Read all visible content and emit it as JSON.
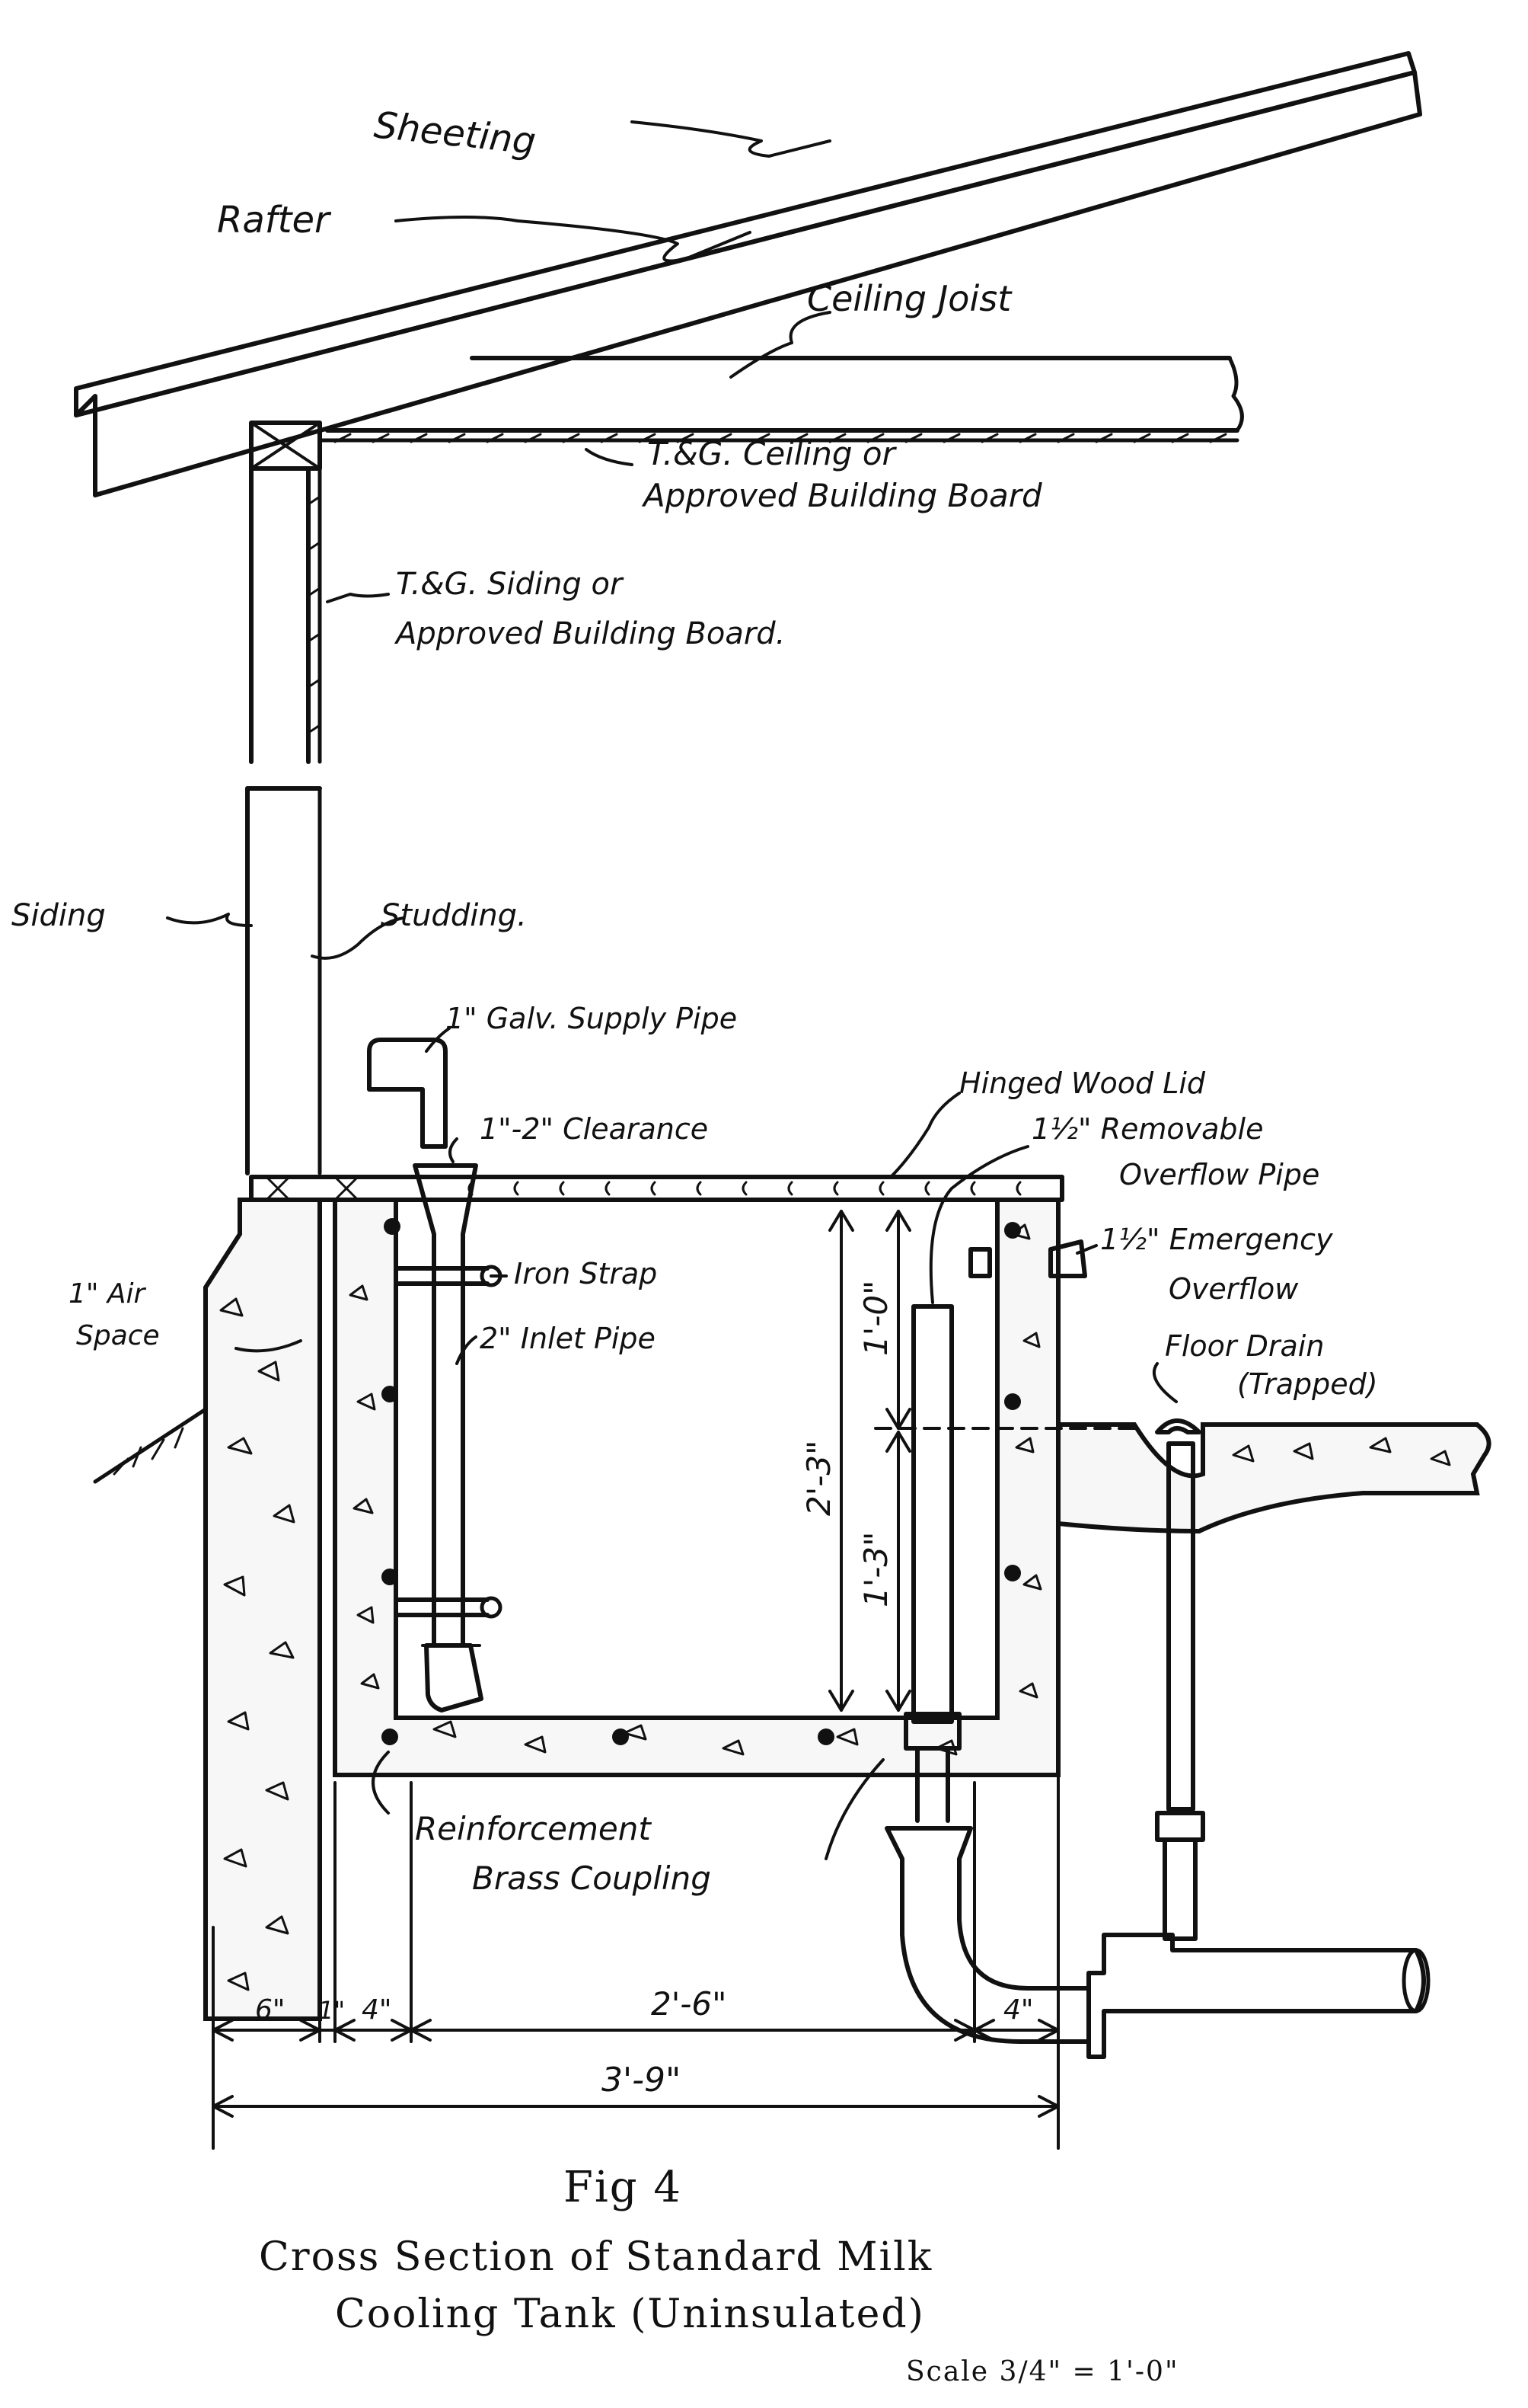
{
  "figure": {
    "number": "Fig 4",
    "title_line1": "Cross Section of Standard Milk",
    "title_line2": "Cooling Tank (Uninsulated)",
    "scale": "Scale 3/4\" = 1'-0\""
  },
  "labels": {
    "sheeting": "Sheeting",
    "rafter": "Rafter",
    "ceiling_joist": "Ceiling Joist",
    "ceiling_line1": "T.&G. Ceiling or",
    "ceiling_line2": "Approved Building Board",
    "siding_line1": "T.&G. Siding or",
    "siding_line2": "Approved Building Board.",
    "siding": "Siding",
    "studding": "Studding.",
    "supply_pipe": "1\" Galv. Supply Pipe",
    "clearance": "1\"-2\" Clearance",
    "hinged_lid": "Hinged Wood Lid",
    "removable_overflow_line1": "1½\" Removable",
    "removable_overflow_line2": "Overflow Pipe",
    "emergency_overflow_line1": "1½\" Emergency",
    "emergency_overflow_line2": "Overflow",
    "iron_strap": "Iron Strap",
    "inlet_pipe": "2\" Inlet Pipe",
    "air_space_line1": "1\" Air",
    "air_space_line2": "Space",
    "floor_drain_line1": "Floor Drain",
    "floor_drain_line2": "(Trapped)",
    "reinforcement": "Reinforcement",
    "brass_coupling": "Brass Coupling"
  },
  "dimensions": {
    "tank_depth": "2'-3\"",
    "water_above": "1'-0\"",
    "overflow_height": "1'-3\"",
    "outer_wall": "6\"",
    "air_gap": "1\"",
    "inner_wall": "4\"",
    "tank_width": "2'-6\"",
    "right_wall": "4\"",
    "overall_width": "3'-9\""
  }
}
